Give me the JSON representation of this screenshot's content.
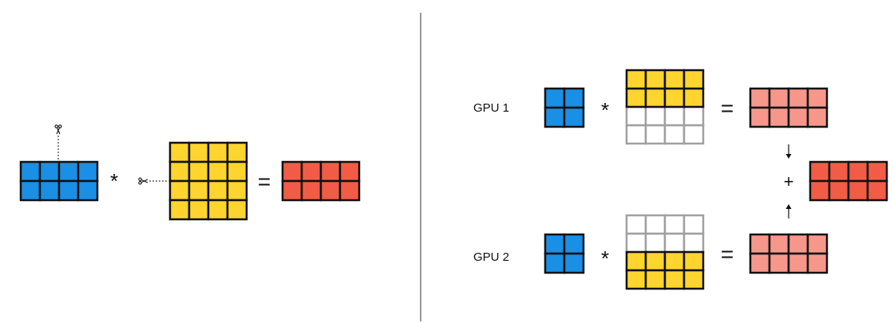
{
  "colors": {
    "blue": "#1a8fe6",
    "yellow": "#fdd52e",
    "red": "#f25c47",
    "pink": "#f7978b",
    "empty": "#ffffff",
    "border": "#111111",
    "empty_border": "#a0a0a0",
    "divider": "#555555"
  },
  "symbols": {
    "multiply": "*",
    "equals": "=",
    "plus": "+"
  },
  "left_panel": {
    "matrix_a": {
      "rows": 2,
      "cols": 4,
      "color": "blue",
      "shape": "2x4"
    },
    "matrix_b": {
      "rows": 4,
      "cols": 4,
      "color": "yellow",
      "shape": "4x4"
    },
    "matrix_c": {
      "rows": 2,
      "cols": 4,
      "color": "red",
      "shape": "2x4"
    },
    "cut_icons": [
      "scissors-icon-vertical",
      "scissors-icon-horizontal"
    ]
  },
  "right_panel": {
    "gpus": [
      {
        "label": "GPU 1",
        "b_filled_half": "top"
      },
      {
        "label": "GPU 2",
        "b_filled_half": "bottom"
      }
    ],
    "partial_a": {
      "rows": 2,
      "cols": 2,
      "color": "blue"
    },
    "partial_c": {
      "rows": 2,
      "cols": 4,
      "color": "pink"
    },
    "result": {
      "rows": 2,
      "cols": 4,
      "color": "red"
    },
    "arrows": [
      "arrow-down-icon",
      "arrow-up-icon"
    ]
  }
}
